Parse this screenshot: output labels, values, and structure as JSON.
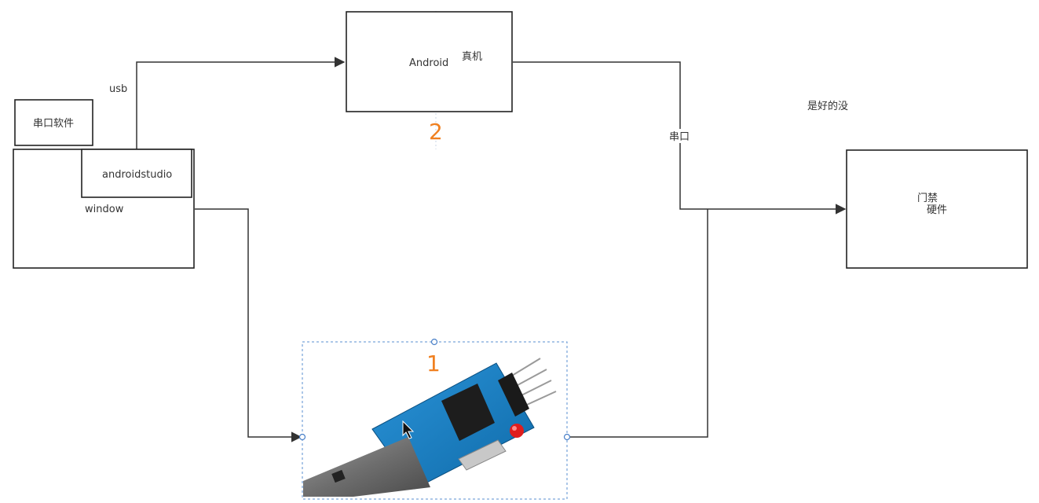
{
  "diagram": {
    "nodes": {
      "serial_software": "串口软件",
      "window": "window",
      "androidstudio": "androidstudio",
      "android_label": "Android",
      "android_suffix": "真机",
      "door_line1": "门禁",
      "door_line2": "硬件"
    },
    "edge_labels": {
      "usb": "usb",
      "serial": "串口"
    },
    "annotations": {
      "note": "是好的没",
      "marker_1": "1",
      "marker_2": "2"
    },
    "image": {
      "subject": "USB-to-serial adapter board"
    },
    "colors": {
      "marker": "#f08020",
      "board": "#1a7fc4",
      "selection": "#5a8fd0"
    }
  }
}
